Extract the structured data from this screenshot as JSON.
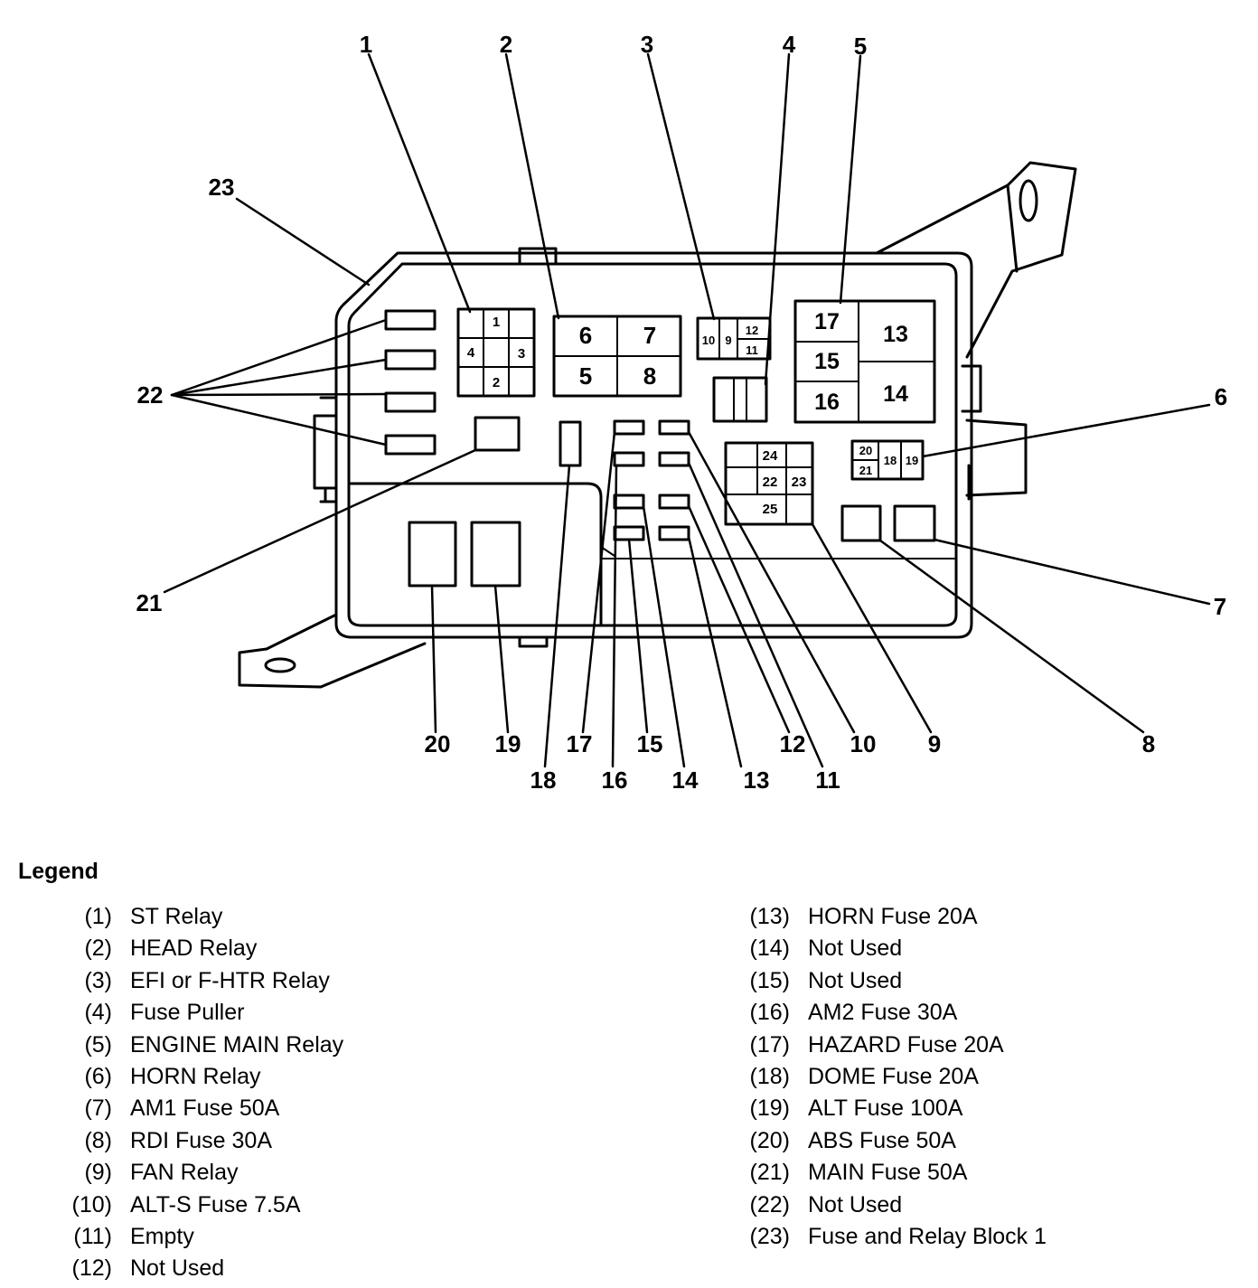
{
  "callouts": {
    "c1": "1",
    "c2": "2",
    "c3": "3",
    "c4": "4",
    "c5": "5",
    "c6": "6",
    "c7": "7",
    "c8": "8",
    "c9": "9",
    "c10": "10",
    "c11": "11",
    "c12": "12",
    "c13": "13",
    "c14": "14",
    "c15": "15",
    "c16": "16",
    "c17": "17",
    "c18": "18",
    "c19": "19",
    "c20": "20",
    "c21": "21",
    "c22": "22",
    "c23": "23"
  },
  "block": {
    "st_relay_cells": [
      "1",
      "4",
      "3",
      "2"
    ],
    "head_relay_cells": [
      "6",
      "7",
      "5",
      "8"
    ],
    "efi_cells": [
      "10",
      "9",
      "12",
      "11"
    ],
    "main_relay_cells": [
      "17",
      "13",
      "15",
      "16",
      "14"
    ],
    "fan_cells": [
      "24",
      "22",
      "23",
      "25"
    ],
    "horn_cells": [
      "20",
      "21",
      "18",
      "19"
    ]
  },
  "legend": {
    "title": "Legend",
    "left": [
      {
        "num": "(1)",
        "desc": "ST Relay"
      },
      {
        "num": "(2)",
        "desc": "HEAD Relay"
      },
      {
        "num": "(3)",
        "desc": "EFI or F-HTR Relay"
      },
      {
        "num": "(4)",
        "desc": "Fuse Puller"
      },
      {
        "num": "(5)",
        "desc": "ENGINE MAIN Relay"
      },
      {
        "num": "(6)",
        "desc": "HORN Relay"
      },
      {
        "num": "(7)",
        "desc": "AM1 Fuse 50A"
      },
      {
        "num": "(8)",
        "desc": "RDI Fuse 30A"
      },
      {
        "num": "(9)",
        "desc": "FAN Relay"
      },
      {
        "num": "(10)",
        "desc": "ALT-S Fuse 7.5A"
      },
      {
        "num": "(11)",
        "desc": "Empty"
      },
      {
        "num": "(12)",
        "desc": "Not Used"
      }
    ],
    "right": [
      {
        "num": "(13)",
        "desc": "HORN Fuse 20A"
      },
      {
        "num": "(14)",
        "desc": "Not Used"
      },
      {
        "num": "(15)",
        "desc": "Not Used"
      },
      {
        "num": "(16)",
        "desc": "AM2 Fuse 30A"
      },
      {
        "num": "(17)",
        "desc": "HAZARD Fuse 20A"
      },
      {
        "num": "(18)",
        "desc": "DOME Fuse 20A"
      },
      {
        "num": "(19)",
        "desc": "ALT Fuse 100A"
      },
      {
        "num": "(20)",
        "desc": "ABS Fuse 50A"
      },
      {
        "num": "(21)",
        "desc": "MAIN Fuse 50A"
      },
      {
        "num": "(22)",
        "desc": "Not Used"
      },
      {
        "num": "(23)",
        "desc": "Fuse and Relay Block 1"
      }
    ]
  }
}
